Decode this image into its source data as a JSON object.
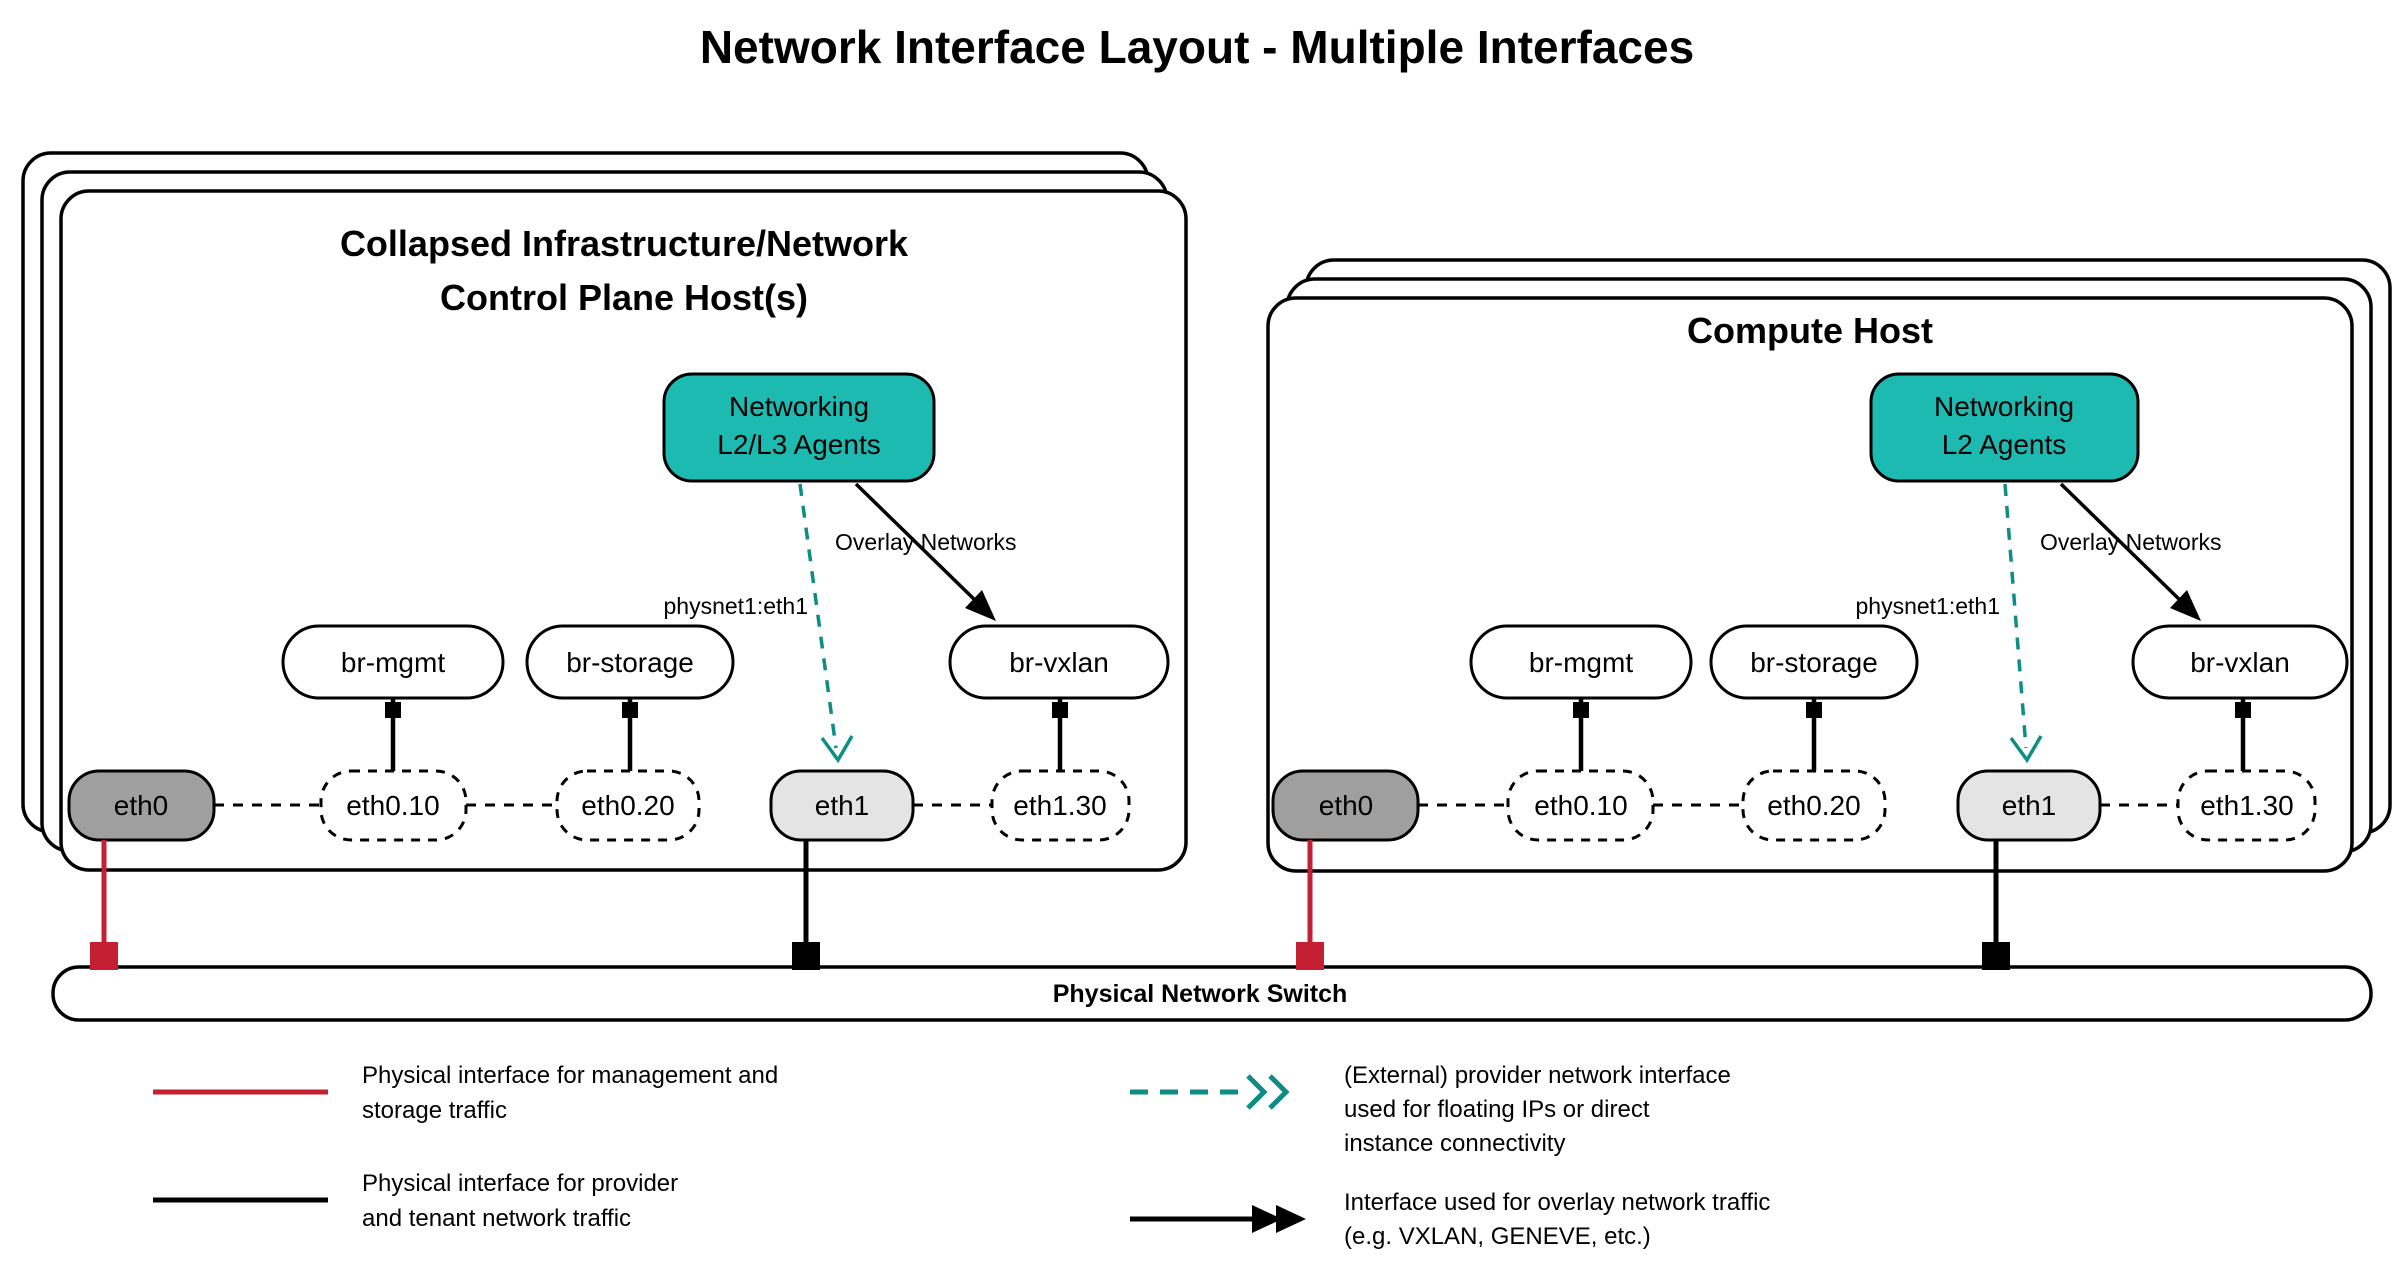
{
  "title": "Network Interface Layout - Multiple Interfaces",
  "colors": {
    "teal": "#1dbab2",
    "teal_dark": "#0d8d85",
    "red": "#c41f33",
    "dark_gray": "#9f9f9f",
    "light_gray": "#e4e4e4"
  },
  "hosts": [
    {
      "title_line1": "Collapsed Infrastructure/Network",
      "title_line2": "Control Plane Host(s)",
      "agents_line1": "Networking",
      "agents_line2": "L2/L3 Agents",
      "overlay_label": "Overlay Networks",
      "physnet_label": "physnet1:eth1",
      "bridges": [
        "br-mgmt",
        "br-storage",
        "br-vxlan"
      ],
      "interfaces": [
        "eth0",
        "eth0.10",
        "eth0.20",
        "eth1",
        "eth1.30"
      ]
    },
    {
      "title_line1": "Compute Host",
      "agents_line1": "Networking",
      "agents_line2": "L2 Agents",
      "overlay_label": "Overlay Networks",
      "physnet_label": "physnet1:eth1",
      "bridges": [
        "br-mgmt",
        "br-storage",
        "br-vxlan"
      ],
      "interfaces": [
        "eth0",
        "eth0.10",
        "eth0.20",
        "eth1",
        "eth1.30"
      ]
    }
  ],
  "switch": {
    "label": "Physical Network Switch"
  },
  "legend": [
    {
      "lines": [
        "Physical interface for management and",
        "storage traffic"
      ]
    },
    {
      "lines": [
        "Physical interface for provider",
        "and tenant network traffic"
      ]
    },
    {
      "lines": [
        "(External) provider network interface",
        "used for floating IPs or direct",
        "instance connectivity"
      ]
    },
    {
      "lines": [
        "Interface used for overlay network traffic",
        "(e.g. VXLAN, GENEVE, etc.)"
      ]
    }
  ]
}
